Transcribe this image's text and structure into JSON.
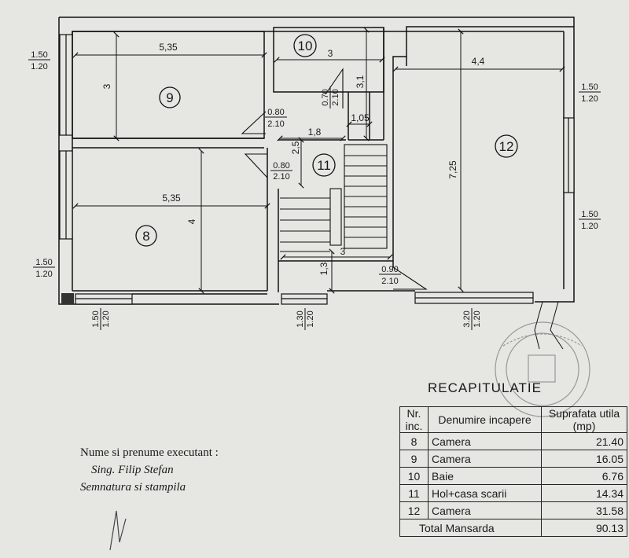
{
  "plan": {
    "window_labels": [
      {
        "top": "1.50",
        "bottom": "1.20"
      },
      {
        "top": "1.50",
        "bottom": "1.20"
      },
      {
        "top": "1.50",
        "bottom": "1.20"
      },
      {
        "top": "1.50",
        "bottom": "1.20"
      }
    ],
    "bottom_labels": [
      {
        "top": "1.50",
        "bottom": "1.20"
      },
      {
        "top": "1.30",
        "bottom": "1.20"
      },
      {
        "top": "3.20",
        "bottom": "1.20"
      }
    ],
    "door_labels": [
      {
        "top": "0.80",
        "bottom": "2.10"
      },
      {
        "top": "0.80",
        "bottom": "2.10"
      },
      {
        "top": "0.70",
        "bottom": "2.10"
      },
      {
        "top": "0.90",
        "bottom": "2.10"
      }
    ],
    "dims": {
      "r9_w": "5,35",
      "r9_h": "3",
      "r8_w": "5,35",
      "r8_h": "4",
      "r10_w": "3",
      "r10_h": "3,1",
      "r10_small": "1,05",
      "r11_w": "1,8",
      "r11_h": "2,5",
      "r11_bottom_w": "3",
      "r11_bottom_h": "1,3",
      "r12_w": "4,4",
      "r12_h": "7,25"
    },
    "room_numbers": [
      "9",
      "8",
      "10",
      "11",
      "12"
    ]
  },
  "recap": {
    "title": "RECAPITULATIE",
    "headers": {
      "nr": "Nr. inc.",
      "name": "Denumire incapere",
      "area": "Suprafata utila (mp)"
    },
    "rows": [
      {
        "nr": "8",
        "name": "Camera",
        "area": "21.40"
      },
      {
        "nr": "9",
        "name": "Camera",
        "area": "16.05"
      },
      {
        "nr": "10",
        "name": "Baie",
        "area": "6.76"
      },
      {
        "nr": "11",
        "name": "Hol+casa scarii",
        "area": "14.34"
      },
      {
        "nr": "12",
        "name": "Camera",
        "area": "31.58"
      }
    ],
    "total_label": "Total  Mansarda",
    "total_value": "90.13"
  },
  "executant": {
    "label": "Nume si prenume executant :",
    "name": "Sing. Filip Stefan",
    "sign": "Semnatura si stampila"
  }
}
